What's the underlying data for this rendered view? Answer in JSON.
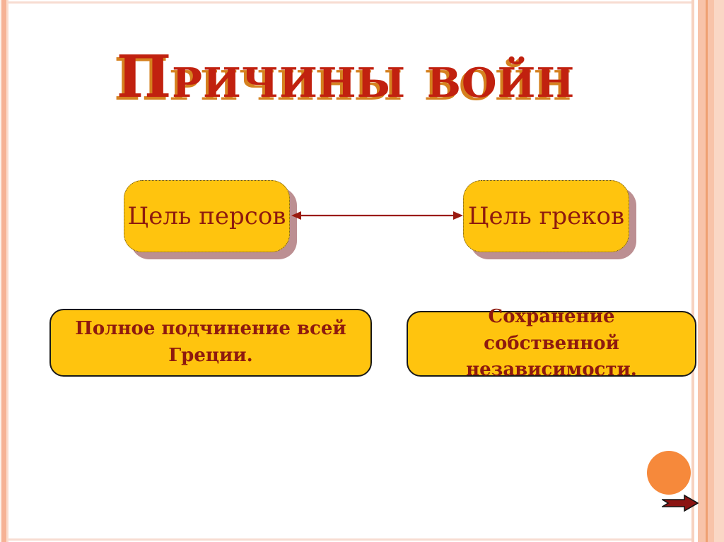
{
  "slide": {
    "title": "Причины войн"
  },
  "diagram": {
    "goal_boxes": [
      {
        "id": "persians-goal",
        "label": "Цель персов"
      },
      {
        "id": "greeks-goal",
        "label": "Цель греков"
      }
    ],
    "connector": {
      "type": "double-headed-arrow",
      "from": "persians-goal",
      "to": "greeks-goal"
    },
    "detail_boxes": [
      {
        "id": "persians-detail",
        "label": "Полное подчинение всей Греции."
      },
      {
        "id": "greeks-detail",
        "label": "Сохранение собственной независимости."
      }
    ]
  },
  "decorations": {
    "circle_icon": "orange-circle",
    "nav_icon": "next-slide-arrow"
  },
  "colors": {
    "title_text": "#c1210f",
    "title_shadow": "#d5811f",
    "box_fill": "#ffc40e",
    "box_text": "#8e1a0f",
    "box_shadow": "#bc8f92",
    "connector": "#9b1b10",
    "circle": "#f6893b",
    "nav_arrow": "#8b1412",
    "stripe_accent": "#f6b295"
  }
}
